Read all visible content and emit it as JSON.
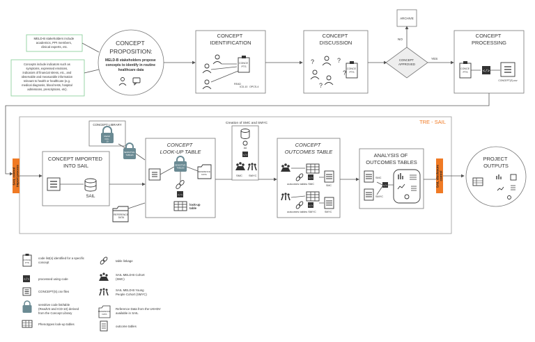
{
  "colors": {
    "orange": "#f07a24",
    "tre_text": "#f07a24",
    "teal_lock": "#6a8a93",
    "stakeholder_border": "#8fd19e",
    "diamond_fill": "#eeeeee"
  },
  "stakeholders": {
    "note1": [
      "MELD-B stakeholders include",
      "academics, PPI members,",
      "clinical experts, etc."
    ],
    "note2": [
      "Concepts include indicators such as",
      "symptoms, expressed emotions,",
      "indicators of financial stress, etc., and",
      "observable and measurable information",
      "relevant to health or healthcare (e.g.",
      "medical diagnosis, blood tests, hospital",
      "admissions, prescriptions, etc)."
    ]
  },
  "proposition": {
    "title": [
      "CONCEPT",
      "PROPOSITION:"
    ],
    "body": [
      "MELD-B stakeholders propose",
      "concepts to identify in routine",
      "healthcare data"
    ]
  },
  "identification": {
    "title": [
      "CONCEPT",
      "IDENTIFICATION"
    ],
    "pts_label": [
      "CONCE",
      "PTS"
    ],
    "tags": [
      "READ",
      "ICD-10",
      "OPCS-4"
    ]
  },
  "discussion": {
    "title": [
      "CONCEPT",
      "DISCUSSION"
    ],
    "pts_label": [
      "CONCE",
      "PTS"
    ]
  },
  "archive": {
    "label": "ARCHIVE"
  },
  "decision": {
    "label": [
      "CONCEPT",
      "APPROVED"
    ],
    "no": "NO",
    "yes": "YES"
  },
  "processing": {
    "title": [
      "CONCEPT",
      "PROCESSING"
    ],
    "pts_label": [
      "CONCE",
      "PTS"
    ],
    "csv_label": "CONCEPT(S).csv"
  },
  "tre": {
    "label": "TRE - SAIL",
    "control": [
      "SAIL control",
      "import process"
    ],
    "disclosure": [
      "SAIL disclosure",
      "control"
    ]
  },
  "library": {
    "title": "CONCEPT LIBRARY",
    "lock_tags": [
      "READ",
      "ICD-",
      "10"
    ]
  },
  "sensitive_tables": [
    "SENSITIVE",
    "TABLES"
  ],
  "imported": {
    "title": [
      "CONCEPT IMPORTED",
      "INTO SAIL"
    ],
    "sail": "SAIL"
  },
  "reference_data": [
    "REFERENCE",
    "DATA"
  ],
  "lookup": {
    "title": [
      "CONCEPT",
      "LOOK-UP TABLE"
    ],
    "sensitive": [
      "SENSITIVE",
      "TABLES"
    ],
    "reference": [
      "REFERENCE",
      "DATA"
    ],
    "lookup_label": [
      "look-up",
      "table"
    ]
  },
  "creation": {
    "label": "Creation of SMC and SMYC",
    "smc": "SMC",
    "smyc": "SMYC",
    "aa": "AA"
  },
  "outcomes": {
    "title": [
      "CONCEPT",
      "OUTCOMES TABLE"
    ],
    "smc_table": "outcomes tables SMC",
    "smyc_table": "outcomes tables SMYC",
    "smc": "SMC",
    "smyc": "SMYC"
  },
  "analysis": {
    "title": [
      "ANALYSIS OF",
      "OUTCOMES TABLES"
    ],
    "smc": "SMC",
    "smyc": "SMYC"
  },
  "project_outputs": {
    "title": [
      "PROJECT",
      "OUTPUTS"
    ]
  },
  "legend": [
    {
      "icon": "concepts-doc-icon",
      "icon_text": [
        "CONCE",
        "PTS"
      ],
      "text": [
        "code list(s) identified for a specific",
        "concept"
      ]
    },
    {
      "icon": "code-icon",
      "text": [
        "processed using code"
      ]
    },
    {
      "icon": "csv-file-icon",
      "text": [
        "CONCEPT(S).csv files"
      ]
    },
    {
      "icon": "lock-icon",
      "text": [
        "sensitive code list/table",
        "(ReadV2 and ICD-10) derived",
        "from the Concept Library"
      ]
    },
    {
      "icon": "table-icon",
      "text": [
        "Phenotypes look-up tables"
      ]
    },
    {
      "icon": "link-icon",
      "text": [
        "table linkage"
      ]
    },
    {
      "icon": "cohort-icon",
      "text": [
        "SAIL MELD-B Cohort",
        "(SMC)"
      ]
    },
    {
      "icon": "young-cohort-icon",
      "text": [
        "SAIL MELD-B Young",
        "People Cohort (SMYC)"
      ]
    },
    {
      "icon": "reference-folder-icon",
      "icon_text": [
        "REFERENCE",
        "DATA"
      ],
      "text": [
        "Reference Data from the UKHDV",
        "available in SAIL"
      ]
    },
    {
      "icon": "outcome-table-icon",
      "text": [
        "outcome tables"
      ]
    }
  ]
}
